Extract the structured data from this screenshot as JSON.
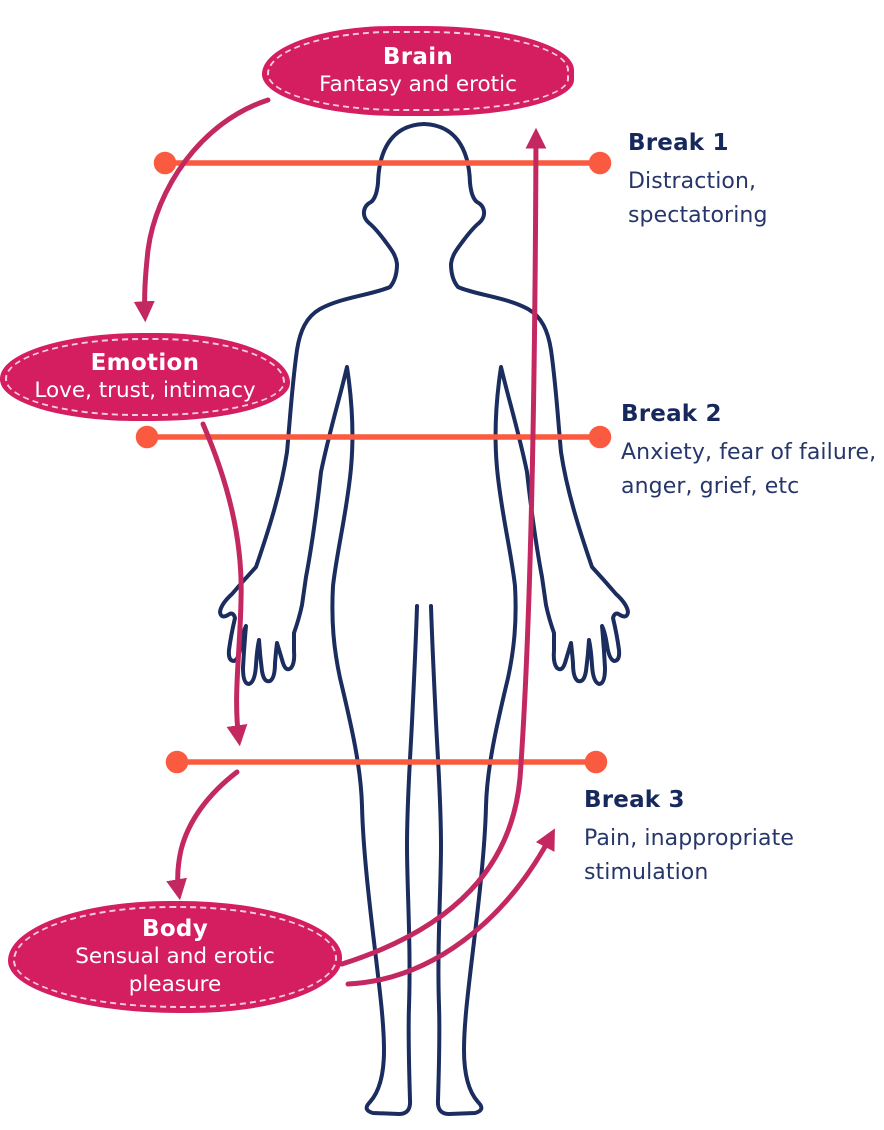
{
  "diagram": {
    "bubbles": {
      "brain": {
        "title": "Brain",
        "subtitle": "Fantasy and erotic"
      },
      "emotion": {
        "title": "Emotion",
        "subtitle": "Love, trust, intimacy"
      },
      "body": {
        "title": "Body",
        "subtitle": "Sensual and erotic pleasure"
      }
    },
    "breaks": [
      {
        "title": "Break 1",
        "description": "Distraction, spectatoring"
      },
      {
        "title": "Break 2",
        "description": "Anxiety, fear of failure, anger, grief, etc"
      },
      {
        "title": "Break 3",
        "description": "Pain, inappropriate stimulation"
      }
    ],
    "figure": "human-body-outline-front",
    "colors": {
      "bubble_fill": "#d41e5f",
      "bubble_text": "#ffffff",
      "bubble_dashed_border": "#f4c9d8",
      "arrow": "#c32960",
      "break_line": "#fa5a3f",
      "break_dot": "#fa5a3f",
      "figure_outline": "#1b2c5e",
      "break_title_text": "#17285c",
      "break_desc_text": "#27366a"
    }
  }
}
